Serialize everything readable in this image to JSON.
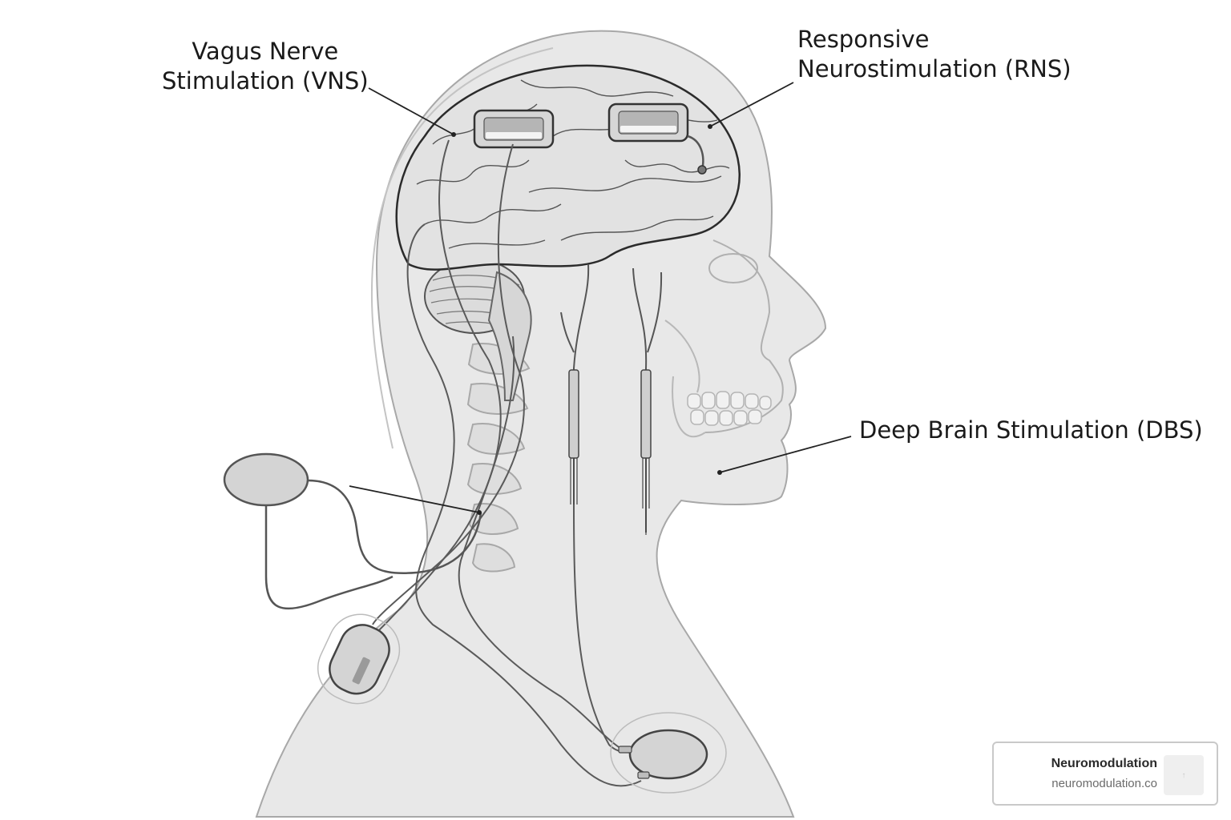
{
  "labels": {
    "vns_line1": "Vagus Nerve",
    "vns_line2": "Stimulation (VNS)",
    "rns_line1": "Responsive",
    "rns_line2": "Neurostimulation (RNS)",
    "dbs": "Deep Brain Stimulation (DBS)"
  },
  "badge": {
    "title": "Neuromodulation",
    "url": "neuromodulation.co",
    "icon": "upload-arrow-icon"
  },
  "colors": {
    "body_fill": "#e6e6e6",
    "outline": "#9a9a9a",
    "dark_line": "#2b2b2b",
    "device_fill": "#dcdcdc"
  }
}
